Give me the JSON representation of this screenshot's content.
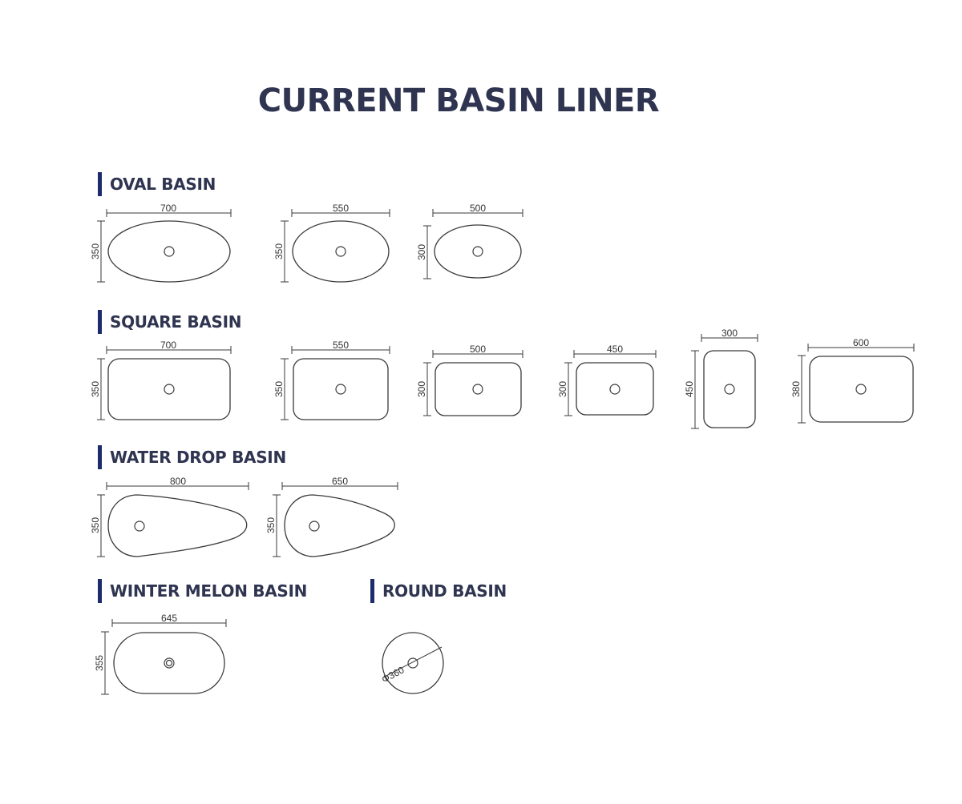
{
  "page": {
    "title": "CURRENT BASIN LINER"
  },
  "sections": {
    "oval": {
      "heading": "OVAL BASIN",
      "items": [
        {
          "width": "700",
          "depth": "350"
        },
        {
          "width": "550",
          "depth": "350"
        },
        {
          "width": "500",
          "depth": "300"
        }
      ]
    },
    "square": {
      "heading": "SQUARE BASIN",
      "items": [
        {
          "width": "700",
          "depth": "350"
        },
        {
          "width": "550",
          "depth": "350"
        },
        {
          "width": "500",
          "depth": "300"
        },
        {
          "width": "450",
          "depth": "300"
        },
        {
          "width": "300",
          "depth": "450"
        },
        {
          "width": "600",
          "depth": "380"
        }
      ]
    },
    "water_drop": {
      "heading": "WATER DROP BASIN",
      "items": [
        {
          "width": "800",
          "depth": "350"
        },
        {
          "width": "650",
          "depth": "350"
        }
      ]
    },
    "winter_melon": {
      "heading": "WINTER MELON BASIN",
      "items": [
        {
          "width": "645",
          "depth": "355"
        }
      ]
    },
    "round": {
      "heading": "ROUND BASIN",
      "items": [
        {
          "diameter": "Φ360"
        }
      ]
    }
  },
  "colors": {
    "title": "#2f3450",
    "accent_bar": "#1d2d6b",
    "line": "#3a3a3a"
  }
}
